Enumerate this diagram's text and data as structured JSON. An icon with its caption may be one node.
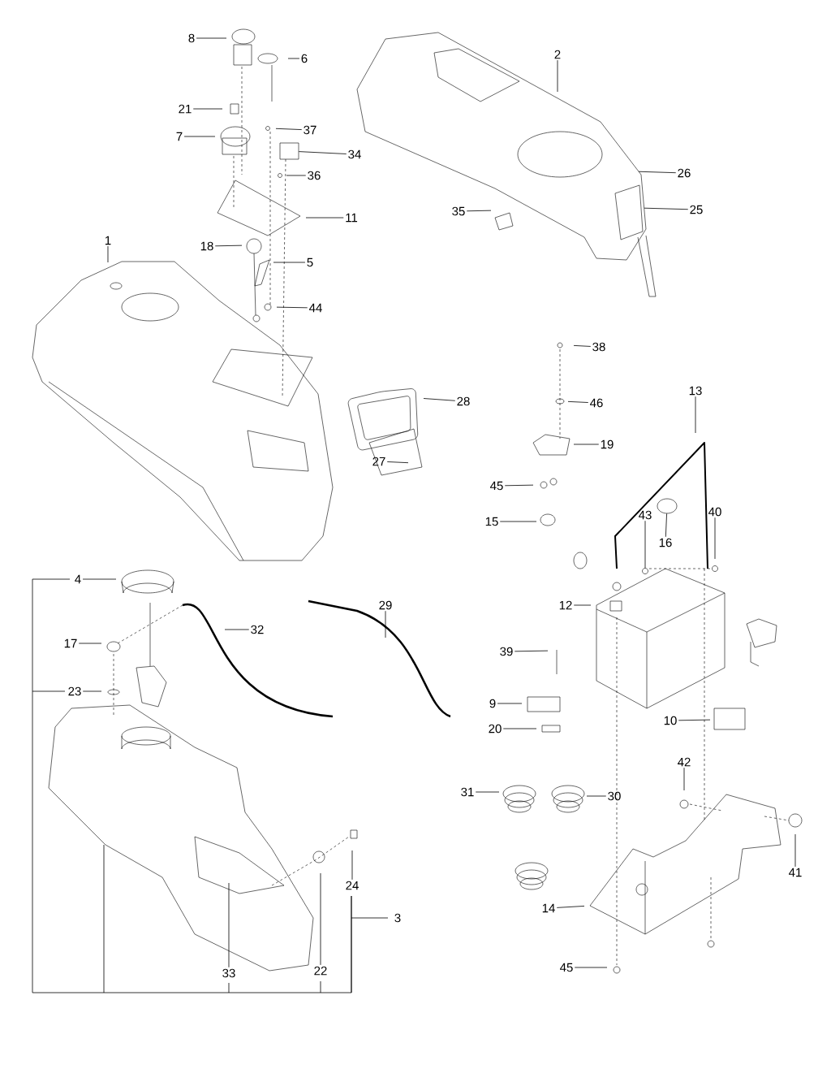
{
  "diagram": {
    "nodes": [
      {
        "text": [
          "8"
        ]
      },
      {
        "text": [
          "6"
        ]
      },
      {
        "text": [
          "2"
        ]
      },
      {
        "text": [
          "21"
        ]
      },
      {
        "text": [
          "7"
        ]
      },
      {
        "text": [
          "37"
        ]
      },
      {
        "text": [
          "34"
        ]
      },
      {
        "text": [
          "36"
        ]
      },
      {
        "text": [
          "26"
        ]
      },
      {
        "text": [
          "35"
        ]
      },
      {
        "text": [
          "25"
        ]
      },
      {
        "text": [
          "11"
        ]
      },
      {
        "text": [
          "18"
        ]
      },
      {
        "text": [
          "1"
        ]
      },
      {
        "text": [
          "5"
        ]
      },
      {
        "text": [
          "44"
        ]
      },
      {
        "text": [
          "38"
        ]
      },
      {
        "text": [
          "13"
        ]
      },
      {
        "text": [
          "46"
        ]
      },
      {
        "text": [
          "28"
        ]
      },
      {
        "text": [
          "19"
        ]
      },
      {
        "text": [
          "27"
        ]
      },
      {
        "text": [
          "45"
        ]
      },
      {
        "text": [
          "15"
        ]
      },
      {
        "text": [
          "40"
        ]
      },
      {
        "text": [
          "43"
        ]
      },
      {
        "text": [
          "16"
        ]
      },
      {
        "text": [
          "4"
        ]
      },
      {
        "text": [
          "12"
        ]
      },
      {
        "text": [
          "32"
        ]
      },
      {
        "text": [
          "29"
        ]
      },
      {
        "text": [
          "17"
        ]
      },
      {
        "text": [
          "39"
        ]
      },
      {
        "text": [
          "23"
        ]
      },
      {
        "text": [
          "9"
        ]
      },
      {
        "text": [
          "20"
        ]
      },
      {
        "text": [
          "10"
        ]
      },
      {
        "text": [
          "42"
        ]
      },
      {
        "text": [
          "31"
        ]
      },
      {
        "text": [
          "30"
        ]
      },
      {
        "text": [
          "41"
        ]
      },
      {
        "text": [
          "24"
        ]
      },
      {
        "text": [
          "14"
        ]
      },
      {
        "text": [
          "3"
        ]
      },
      {
        "text": [
          "45"
        ]
      },
      {
        "text": [
          "22"
        ]
      },
      {
        "text": [
          "33"
        ]
      },
      {
        "text": [],
        "shape": "bar"
      },
      {
        "text": [],
        "shape": "bar"
      },
      {
        "text": [],
        "shape": "bar"
      },
      {
        "text": [],
        "shape": "box"
      },
      {
        "text": [],
        "shape": "circle"
      },
      {
        "text": [],
        "shape": "circle"
      }
    ],
    "edges": [
      {
        "from": 0,
        "to": null,
        "arrow": "none"
      },
      {
        "from": 1,
        "to": null,
        "arrow": "none"
      },
      {
        "from": 2,
        "to": null,
        "arrow": "none"
      },
      {
        "from": 3,
        "to": null,
        "arrow": "none"
      },
      {
        "from": 4,
        "to": null,
        "arrow": "none"
      },
      {
        "from": 5,
        "to": null,
        "arrow": "none"
      },
      {
        "from": 6,
        "to": 50,
        "arrow": "none"
      },
      {
        "from": 7,
        "to": null,
        "arrow": "none"
      },
      {
        "from": 8,
        "to": null,
        "arrow": "none"
      },
      {
        "from": 9,
        "to": null,
        "arrow": "none"
      },
      {
        "from": 10,
        "to": null,
        "arrow": "none"
      },
      {
        "from": 11,
        "to": null,
        "arrow": "none"
      },
      {
        "from": 12,
        "to": null,
        "arrow": "none"
      },
      {
        "from": 13,
        "to": null,
        "arrow": "none"
      },
      {
        "from": 14,
        "to": null,
        "arrow": "none"
      },
      {
        "from": 15,
        "to": null,
        "arrow": "none"
      },
      {
        "from": 16,
        "to": null,
        "arrow": "none"
      },
      {
        "from": 17,
        "to": null,
        "arrow": "none"
      },
      {
        "from": 18,
        "to": null,
        "arrow": "none"
      },
      {
        "from": 19,
        "to": null,
        "arrow": "none"
      },
      {
        "from": 20,
        "to": null,
        "arrow": "none"
      },
      {
        "from": 21,
        "to": null,
        "arrow": "none"
      },
      {
        "from": 22,
        "to": null,
        "arrow": "none"
      },
      {
        "from": 23,
        "to": null,
        "arrow": "none"
      },
      {
        "from": 24,
        "to": null,
        "arrow": "none"
      },
      {
        "from": 25,
        "to": 51,
        "arrow": "none"
      },
      {
        "from": 26,
        "to": 52,
        "arrow": "none"
      },
      {
        "from": 27,
        "to": null,
        "arrow": "none"
      },
      {
        "from": 28,
        "to": null,
        "arrow": "none"
      },
      {
        "from": 29,
        "to": null,
        "arrow": "none"
      },
      {
        "from": 30,
        "to": null,
        "arrow": "none"
      },
      {
        "from": 31,
        "to": null,
        "arrow": "none"
      },
      {
        "from": 32,
        "to": null,
        "arrow": "none"
      },
      {
        "from": 33,
        "to": null,
        "arrow": "none"
      },
      {
        "from": 34,
        "to": null,
        "arrow": "none"
      },
      {
        "from": 35,
        "to": null,
        "arrow": "none"
      },
      {
        "from": 36,
        "to": null,
        "arrow": "none"
      },
      {
        "from": 37,
        "to": null,
        "arrow": "none"
      },
      {
        "from": 38,
        "to": null,
        "arrow": "none"
      },
      {
        "from": 39,
        "to": null,
        "arrow": "none"
      },
      {
        "from": 40,
        "to": null,
        "arrow": "none"
      },
      {
        "from": 41,
        "to": null,
        "arrow": "none"
      },
      {
        "from": 42,
        "to": null,
        "arrow": "none"
      },
      {
        "from": 43,
        "to": 49,
        "arrow": "none"
      },
      {
        "from": 44,
        "to": null,
        "arrow": "none"
      },
      {
        "from": 45,
        "to": null,
        "arrow": "none"
      },
      {
        "from": 46,
        "to": null,
        "arrow": "none"
      },
      {
        "from": 27,
        "to": 47,
        "arrow": "none"
      },
      {
        "from": 33,
        "to": 47,
        "arrow": "none"
      },
      {
        "from": 41,
        "to": 49,
        "arrow": "none"
      },
      {
        "from": 46,
        "to": 48,
        "arrow": "none"
      },
      {
        "from": 45,
        "to": 48,
        "arrow": "none"
      },
      {
        "from": 48,
        "to": null,
        "arrow": "none"
      }
    ]
  }
}
